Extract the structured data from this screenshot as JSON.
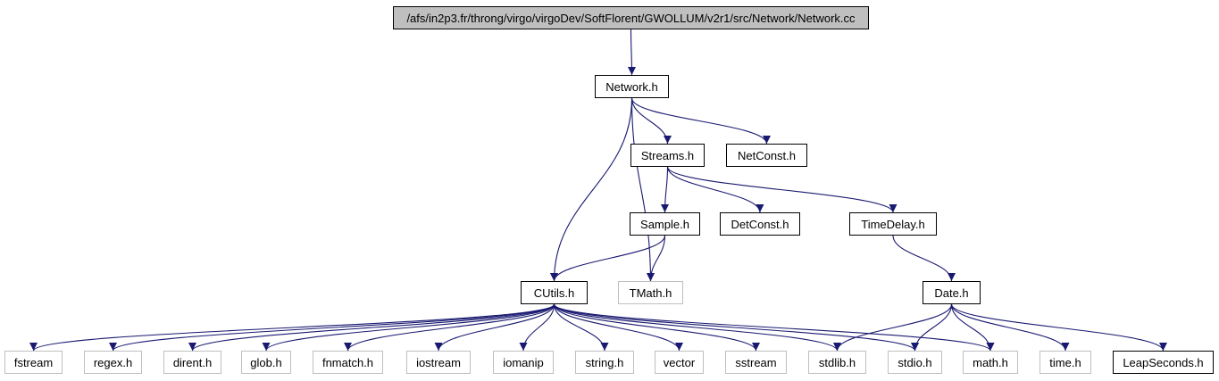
{
  "colors": {
    "edge": "#191970",
    "root_fill": "#bfbfbf",
    "external_border": "#bfbfbf",
    "internal_border": "#000000"
  },
  "nodes": [
    {
      "id": "root",
      "label": "/afs/in2p3.fr/throng/virgo/virgoDev/SoftFlorent/GWOLLUM/v2r1/src/Network/Network.cc",
      "kind": "root"
    },
    {
      "id": "network",
      "label": "Network.h",
      "kind": "internal"
    },
    {
      "id": "streams",
      "label": "Streams.h",
      "kind": "internal"
    },
    {
      "id": "netconst",
      "label": "NetConst.h",
      "kind": "internal"
    },
    {
      "id": "sample",
      "label": "Sample.h",
      "kind": "internal"
    },
    {
      "id": "detconst",
      "label": "DetConst.h",
      "kind": "internal"
    },
    {
      "id": "timedelay",
      "label": "TimeDelay.h",
      "kind": "internal"
    },
    {
      "id": "cutils",
      "label": "CUtils.h",
      "kind": "internal"
    },
    {
      "id": "tmath",
      "label": "TMath.h",
      "kind": "external"
    },
    {
      "id": "date",
      "label": "Date.h",
      "kind": "internal"
    },
    {
      "id": "fstream",
      "label": "fstream",
      "kind": "external"
    },
    {
      "id": "regex",
      "label": "regex.h",
      "kind": "external"
    },
    {
      "id": "dirent",
      "label": "dirent.h",
      "kind": "external"
    },
    {
      "id": "glob",
      "label": "glob.h",
      "kind": "external"
    },
    {
      "id": "fnmatch",
      "label": "fnmatch.h",
      "kind": "external"
    },
    {
      "id": "iostream",
      "label": "iostream",
      "kind": "external"
    },
    {
      "id": "iomanip",
      "label": "iomanip",
      "kind": "external"
    },
    {
      "id": "string",
      "label": "string.h",
      "kind": "external"
    },
    {
      "id": "vector",
      "label": "vector",
      "kind": "external"
    },
    {
      "id": "sstream",
      "label": "sstream",
      "kind": "external"
    },
    {
      "id": "stdlib",
      "label": "stdlib.h",
      "kind": "external"
    },
    {
      "id": "stdio",
      "label": "stdio.h",
      "kind": "external"
    },
    {
      "id": "math",
      "label": "math.h",
      "kind": "external"
    },
    {
      "id": "time",
      "label": "time.h",
      "kind": "external"
    },
    {
      "id": "leapseconds",
      "label": "LeapSeconds.h",
      "kind": "internal"
    }
  ],
  "edges": [
    [
      "root",
      "network"
    ],
    [
      "network",
      "streams"
    ],
    [
      "network",
      "netconst"
    ],
    [
      "network",
      "cutils"
    ],
    [
      "network",
      "tmath"
    ],
    [
      "streams",
      "sample"
    ],
    [
      "streams",
      "detconst"
    ],
    [
      "streams",
      "timedelay"
    ],
    [
      "sample",
      "cutils"
    ],
    [
      "sample",
      "tmath"
    ],
    [
      "timedelay",
      "date"
    ],
    [
      "cutils",
      "fstream"
    ],
    [
      "cutils",
      "regex"
    ],
    [
      "cutils",
      "dirent"
    ],
    [
      "cutils",
      "glob"
    ],
    [
      "cutils",
      "fnmatch"
    ],
    [
      "cutils",
      "iostream"
    ],
    [
      "cutils",
      "iomanip"
    ],
    [
      "cutils",
      "string"
    ],
    [
      "cutils",
      "vector"
    ],
    [
      "cutils",
      "sstream"
    ],
    [
      "cutils",
      "stdlib"
    ],
    [
      "cutils",
      "stdio"
    ],
    [
      "cutils",
      "math"
    ],
    [
      "date",
      "stdlib"
    ],
    [
      "date",
      "stdio"
    ],
    [
      "date",
      "math"
    ],
    [
      "date",
      "time"
    ],
    [
      "date",
      "leapseconds"
    ]
  ]
}
